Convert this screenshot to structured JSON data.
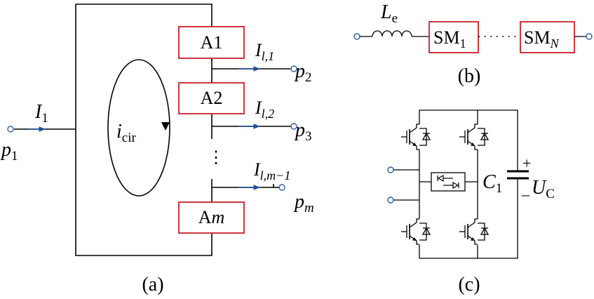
{
  "panel_a": {
    "caption": "(a)",
    "modules": [
      "A1",
      "A2",
      "A",
      "m"
    ],
    "input_current": {
      "main": "I",
      "sub": "1"
    },
    "input_port": {
      "main": "p",
      "sub": "1"
    },
    "circulating_current": {
      "main": "i",
      "sub": "cir"
    },
    "branch_currents": [
      {
        "main": "I",
        "sub": "l,1"
      },
      {
        "main": "I",
        "sub": "l,2"
      },
      {
        "main": "I",
        "sub": "l,m−1"
      }
    ],
    "ports": [
      {
        "main": "p",
        "sub": "2"
      },
      {
        "main": "p",
        "sub": "3"
      },
      {
        "main": "p",
        "sub": "m"
      }
    ],
    "ellipsis": "⋮"
  },
  "panel_b": {
    "caption": "(b)",
    "inductor": {
      "main": "L",
      "sub": "e"
    },
    "sm_first": {
      "main": "SM",
      "sub": "1"
    },
    "sm_last": {
      "main": "SM",
      "sub": "N"
    }
  },
  "panel_c": {
    "caption": "(c)",
    "capacitor": {
      "main": "C",
      "sub": "1"
    },
    "plus": "+",
    "minus": "–",
    "voltage": {
      "main": "U",
      "sub": "C"
    }
  },
  "colors": {
    "module_border": "#c8202a",
    "terminal": "#2e5fa6",
    "arrow": "#1f4ea0",
    "wire": "#000000"
  }
}
